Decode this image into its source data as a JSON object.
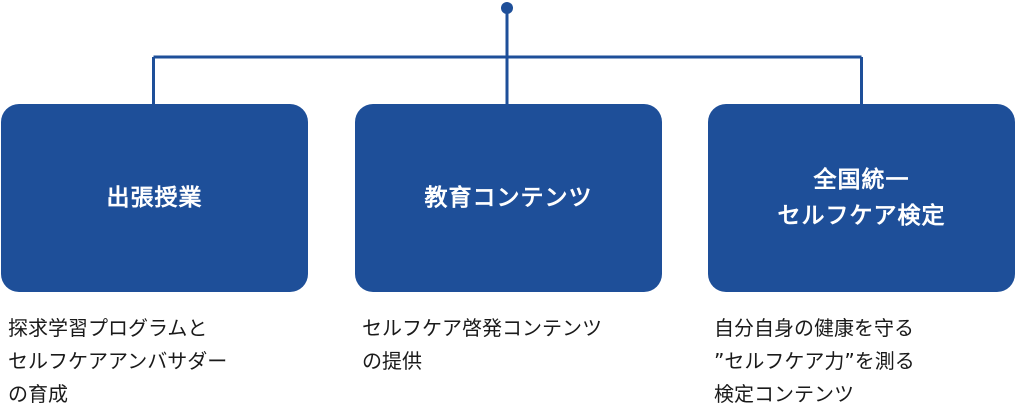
{
  "accent_color": "#1e4f99",
  "nodes": [
    {
      "title_lines": [
        "出張授業"
      ],
      "description_lines": [
        "探求学習プログラムと",
        "セルフケアアンバサダー",
        "の育成"
      ]
    },
    {
      "title_lines": [
        "教育コンテンツ"
      ],
      "description_lines": [
        "セルフケア啓発コンテンツ",
        "の提供"
      ]
    },
    {
      "title_lines": [
        "全国統一",
        "セルフケア検定"
      ],
      "description_lines": [
        "自分自身の健康を守る",
        "”セルフケア力”を測る",
        "検定コンテンツ"
      ]
    }
  ]
}
